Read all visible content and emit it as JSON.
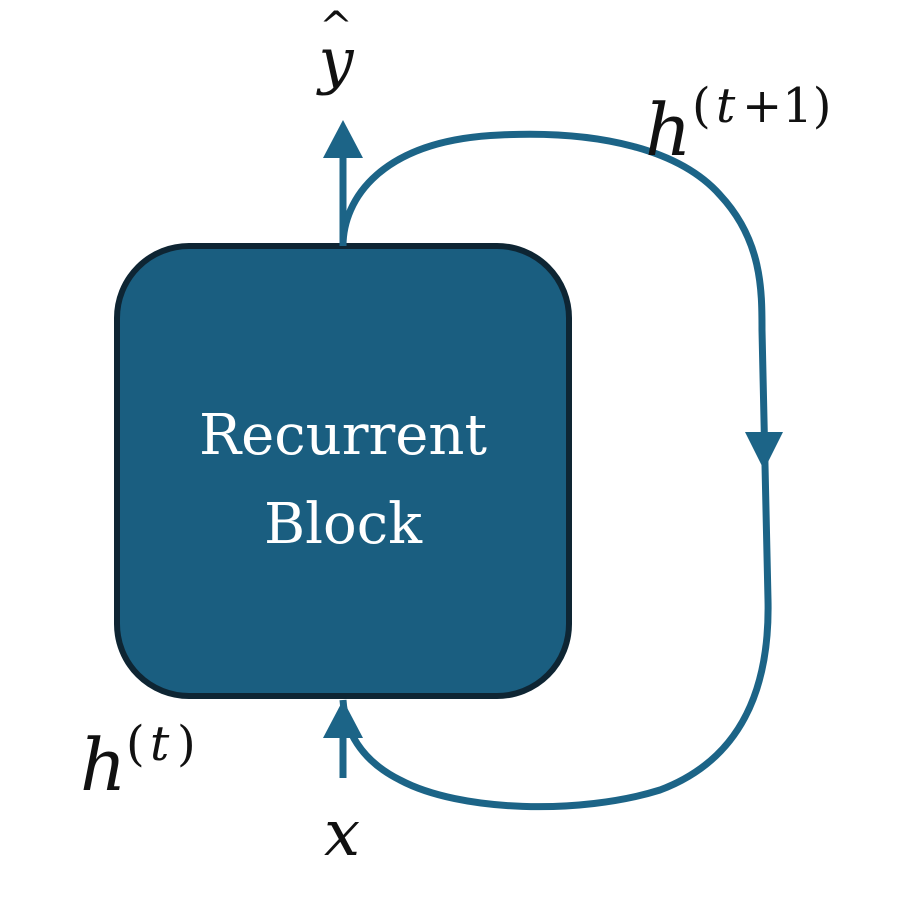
{
  "block": {
    "line1": "Recurrent",
    "line2": "Block"
  },
  "labels": {
    "output_symbol": "y",
    "output_hat": "^",
    "input_symbol": "x",
    "hidden_in_base": "h",
    "hidden_in_sup_open": "(",
    "hidden_in_sup_var": "t",
    "hidden_in_sup_close": ")",
    "hidden_out_base": "h",
    "hidden_out_sup_open": "(",
    "hidden_out_sup_var": "t",
    "hidden_out_sup_rest": "+1)"
  },
  "colors": {
    "block_fill": "#1a5e80",
    "block_stroke": "#0e2533",
    "arrow": "#1c6487",
    "text": "#111111"
  }
}
